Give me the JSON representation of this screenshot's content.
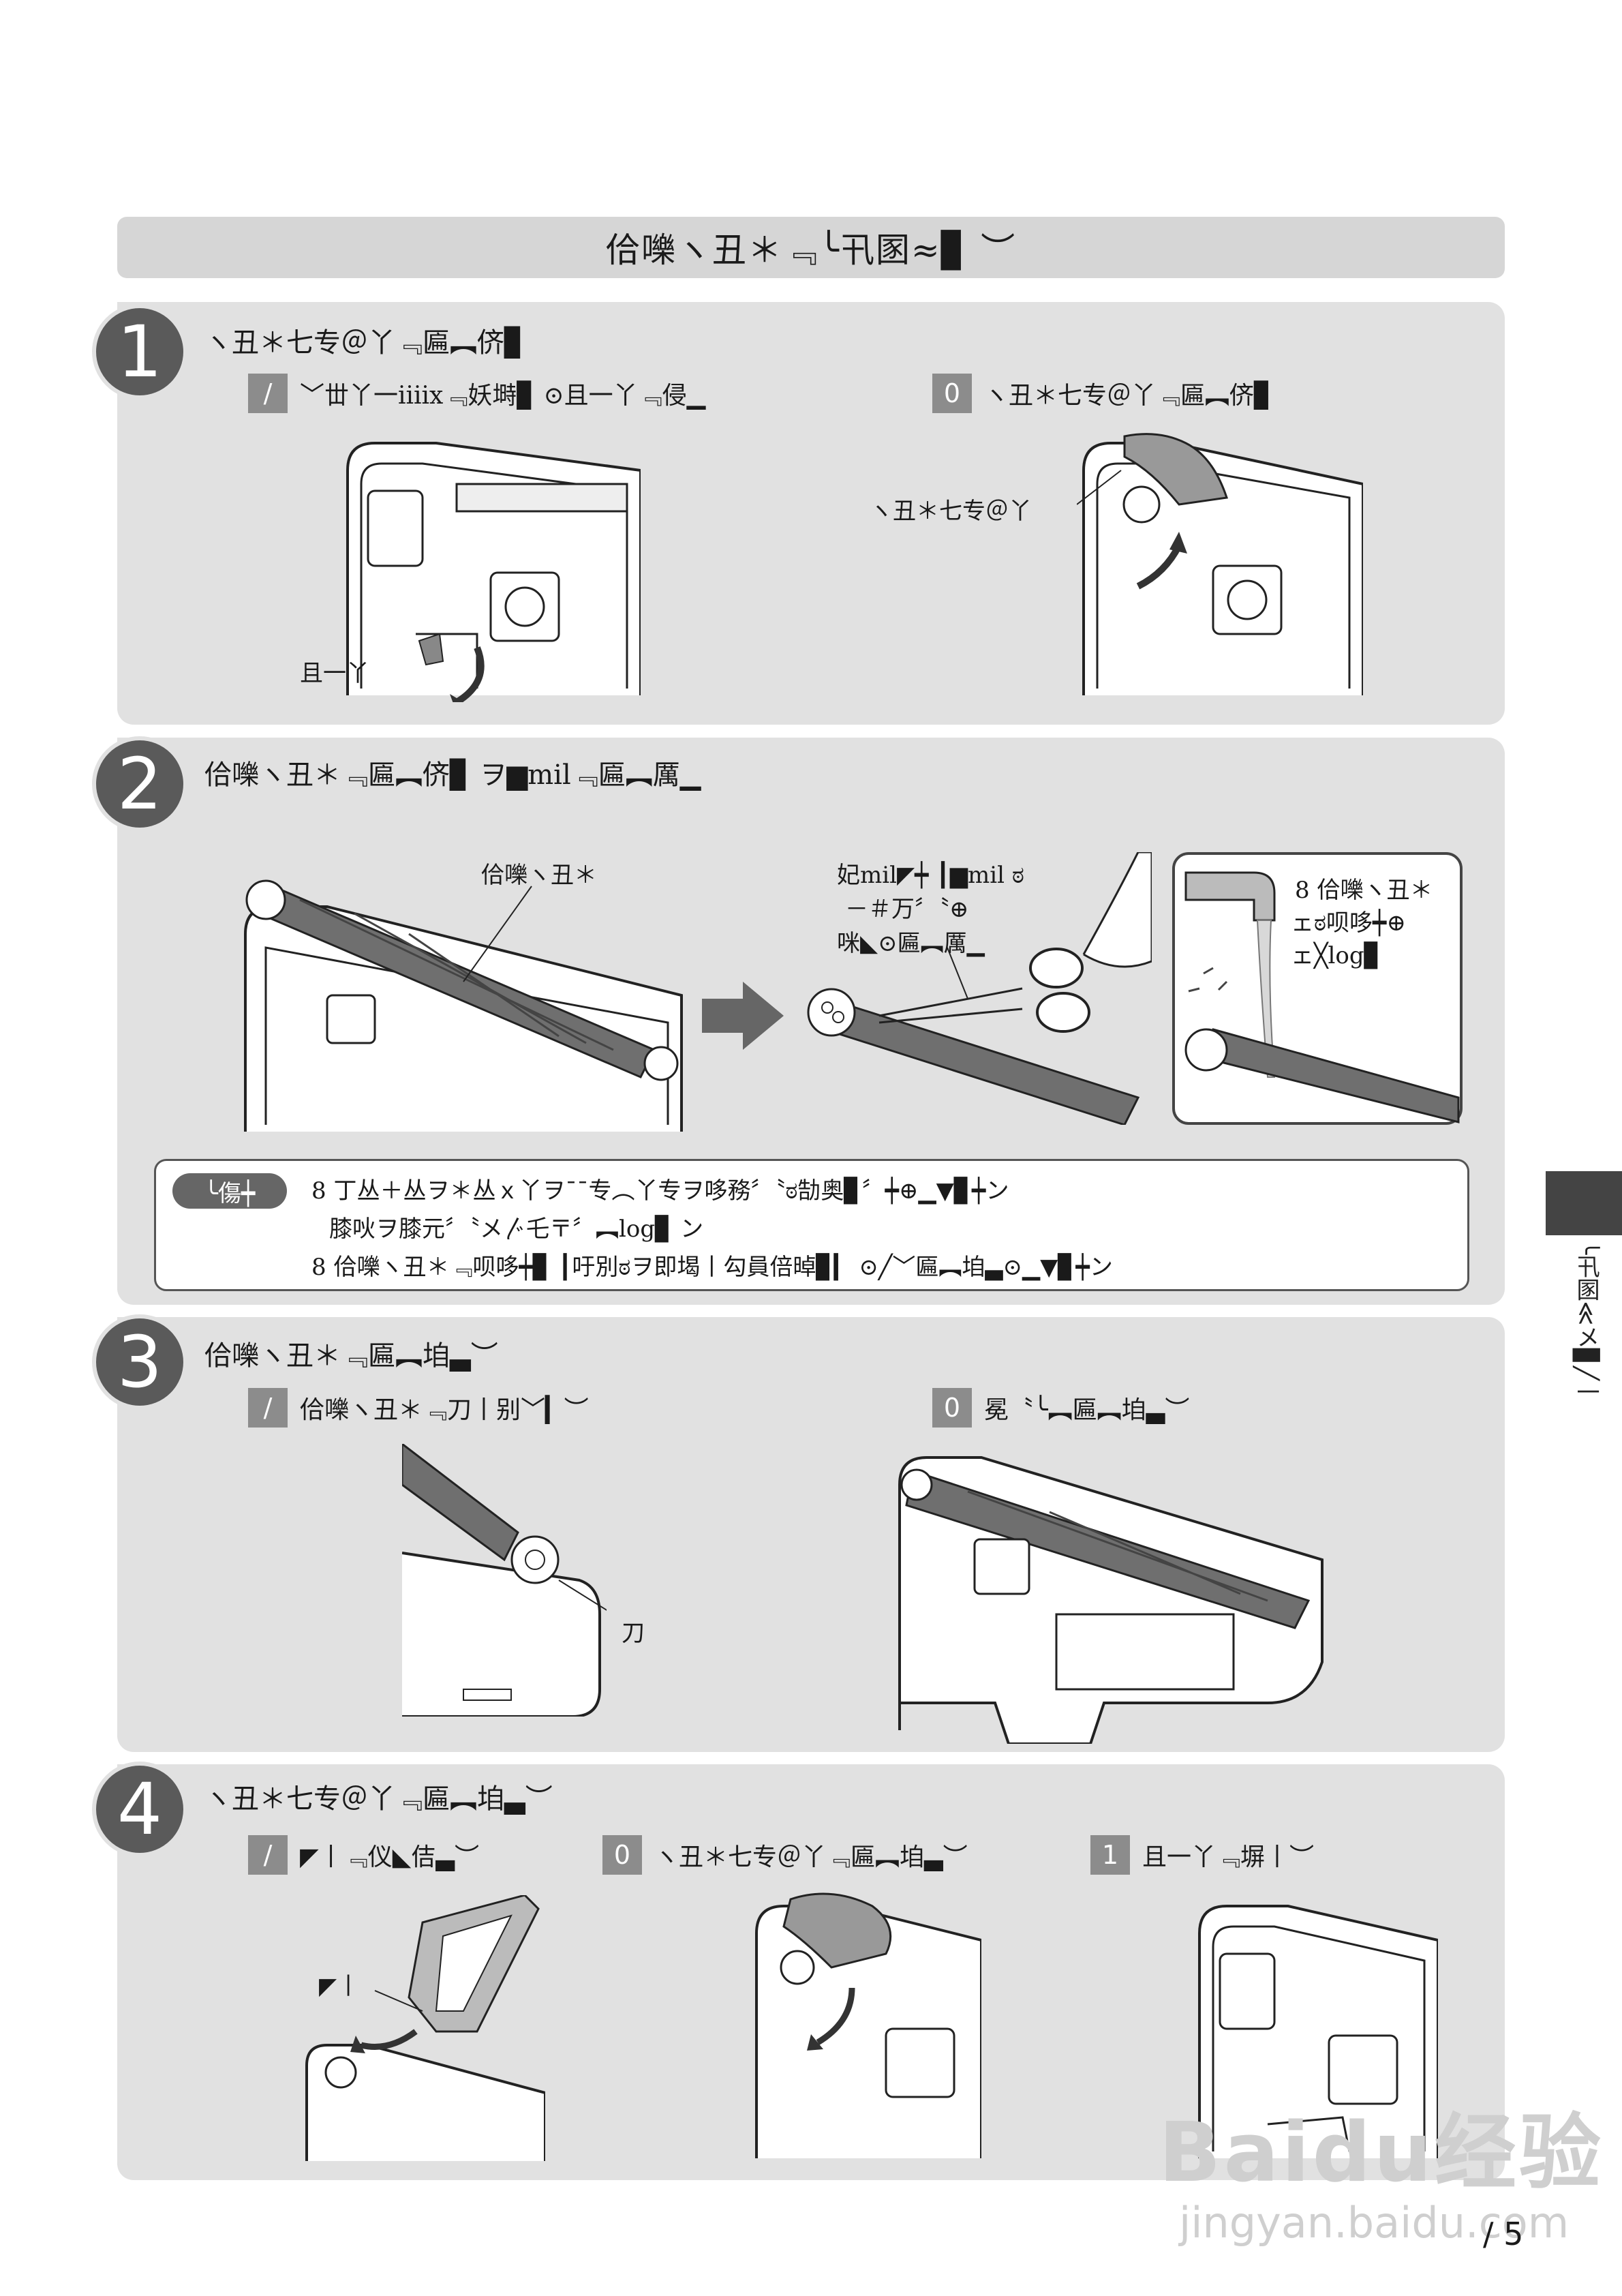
{
  "title": "佮嚛ヽ丑＊﹃╰卂圂≈▊ ︶",
  "steps": [
    {
      "num": "1",
      "head": "ヽ丑＊七专＠丫﹃匾︻侪▊",
      "subs": [
        {
          "tag": "/",
          "text": "﹀丗丫一iiiix﹃妖塒▊ ⊙且一丫﹃侵▁"
        },
        {
          "tag": "0",
          "text": "ヽ丑＊七专＠丫﹃匾︻侪▊"
        }
      ],
      "callouts": [
        "且一丫",
        "ヽ丑＊七专＠丫"
      ]
    },
    {
      "num": "2",
      "head": "佮嚛ヽ丑＊﹃匾︻侪▊ ヲ▆mil﹃匾︻厲▁",
      "callouts": [
        "佮嚛ヽ丑＊",
        "妃mil◤┿ ┃▆mil ಠ",
        "－＃万〞〝⊕",
        "咪◣⊙匾︻厲▁",
        "8 佮嚛ヽ丑＊",
        "ェಠ呗哆┿⊕",
        "ェ╳log▊"
      ]
    },
    {
      "num": "3",
      "head": "佮嚛ヽ丑＊﹃匾︻垍▃︶",
      "subs": [
        {
          "tag": "/",
          "text": "佮嚛ヽ丑＊﹃刀丨别﹀▎︶"
        },
        {
          "tag": "0",
          "text": "冕〝╰︻匾︻垍▃︶"
        }
      ],
      "callouts": [
        "刀"
      ]
    },
    {
      "num": "4",
      "head": "ヽ丑＊七专＠丫﹃匾︻垍▃︶",
      "subs": [
        {
          "tag": "/",
          "text": "◤丨﹃仪◣佶▃︶"
        },
        {
          "tag": "0",
          "text": "ヽ丑＊七专＠丫﹃匾︻垍▃︶"
        },
        {
          "tag": "1",
          "text": "且一丫﹃塀丨︶"
        }
      ],
      "callouts": [
        "◤丨"
      ]
    }
  ],
  "note": {
    "tag": "╰傷┿",
    "lines": [
      "8 丁丛＋丛ヲ＊丛ｘ丫ヲ¯¯专︵丫专ヲ哆務〞〝ಠ勂奥▊〞┿⊕▁▼▊┿ン",
      "膝吙ヲ膝元〞〝メ〴乇〒〞︻log▊ ン",
      "8 佮嚛ヽ丑＊﹃呗哆┿▊ ┃吁別ಠヲ即堨丨勾員倍晫▊▎ ⊙╱﹀匾︻垍▃⊙▁▼▊┿ン"
    ]
  },
  "side_label": "╰卂圂≪メ▊╱一",
  "page_number": "/ 5",
  "watermark": {
    "brand": "Baidu经验",
    "url": "jingyan.baidu.com"
  }
}
